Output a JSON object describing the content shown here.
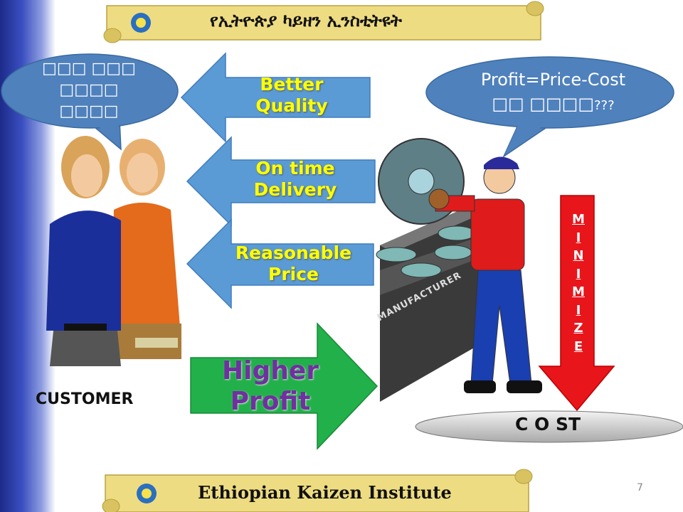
{
  "header": {
    "title": "የኢትዮጵያ ካይዘን ኢንስቲትዩት"
  },
  "footer": {
    "title": "Ethiopian Kaizen Institute",
    "page_number": "7"
  },
  "customer": {
    "bubble_line1": "□□□ □□□",
    "bubble_line2": "□□□□",
    "bubble_line3": "□□□□",
    "label": "CUSTOMER"
  },
  "arrows": {
    "quality": {
      "line1": "Better",
      "line2": "Quality"
    },
    "delivery": {
      "line1": "On time",
      "line2": "Delivery"
    },
    "price": {
      "line1": "Reasonable",
      "line2": "Price"
    },
    "profit": {
      "line1": "Higher",
      "line2": "Profit"
    }
  },
  "manufacturer": {
    "bubble_line1": "Profit=Price-Cost",
    "bubble_line2": "□□ □□□□",
    "bubble_suffix": "???",
    "label": "MANUFACTURER"
  },
  "minimize": {
    "letters": [
      "M",
      "I",
      "N",
      "I",
      "M",
      "I",
      "Z",
      "E"
    ]
  },
  "cost": {
    "label": "C O ST"
  },
  "colors": {
    "blue_arrow": "#5b9bd5",
    "green_arrow": "#22b04b",
    "red_arrow": "#e8151b",
    "bubble": "#4f81bd",
    "scroll": "#eedc82",
    "profit_text": "#7030a0",
    "arrow_text": "#ffff00"
  }
}
